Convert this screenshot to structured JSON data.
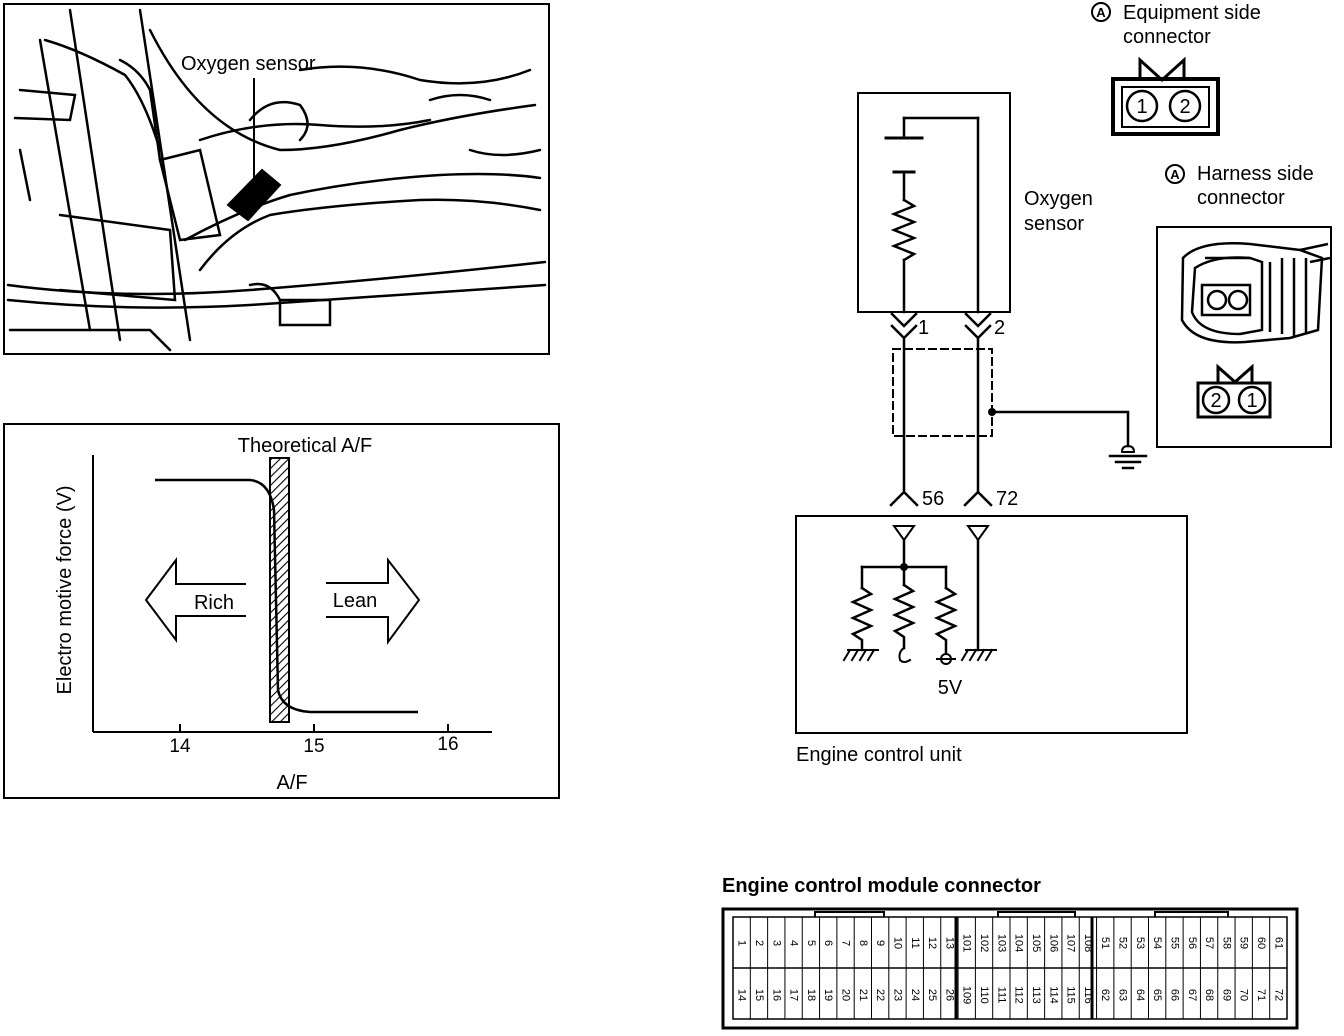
{
  "photo": {
    "callout": "Oxygen sensor"
  },
  "graph": {
    "title": "Theoretical A/F",
    "ylabel": "Electro motive force (V)",
    "xlabel": "A/F",
    "xticks": [
      "14",
      "15",
      "16"
    ],
    "rich_label": "Rich",
    "lean_label": "Lean"
  },
  "circuit": {
    "sensor_label_1": "Oxygen",
    "sensor_label_2": "sensor",
    "pin_1": "1",
    "pin_2": "2",
    "ecu_pin_a": "56",
    "ecu_pin_b": "72",
    "ecu_voltage": "5V",
    "ecu_label": "Engine control unit"
  },
  "equipment_connector": {
    "badge": "A",
    "title_1": "Equipment side",
    "title_2": "connector",
    "pins": [
      "1",
      "2"
    ]
  },
  "harness_connector": {
    "badge": "A",
    "title_1": "Harness side",
    "title_2": "connector",
    "pins": [
      "2",
      "1"
    ]
  },
  "ecm_connector": {
    "title": "Engine control module connector",
    "top_row": [
      "1",
      "2",
      "3",
      "4",
      "5",
      "6",
      "7",
      "8",
      "9",
      "10",
      "11",
      "12",
      "13",
      "101",
      "102",
      "103",
      "104",
      "105",
      "106",
      "107",
      "108",
      "51",
      "52",
      "53",
      "54",
      "55",
      "56",
      "57",
      "58",
      "59",
      "60",
      "61"
    ],
    "bottom_row": [
      "14",
      "15",
      "16",
      "17",
      "18",
      "19",
      "20",
      "21",
      "22",
      "23",
      "24",
      "25",
      "26",
      "109",
      "110",
      "111",
      "112",
      "113",
      "114",
      "115",
      "116",
      "62",
      "63",
      "64",
      "65",
      "66",
      "67",
      "68",
      "69",
      "70",
      "71",
      "72"
    ]
  }
}
